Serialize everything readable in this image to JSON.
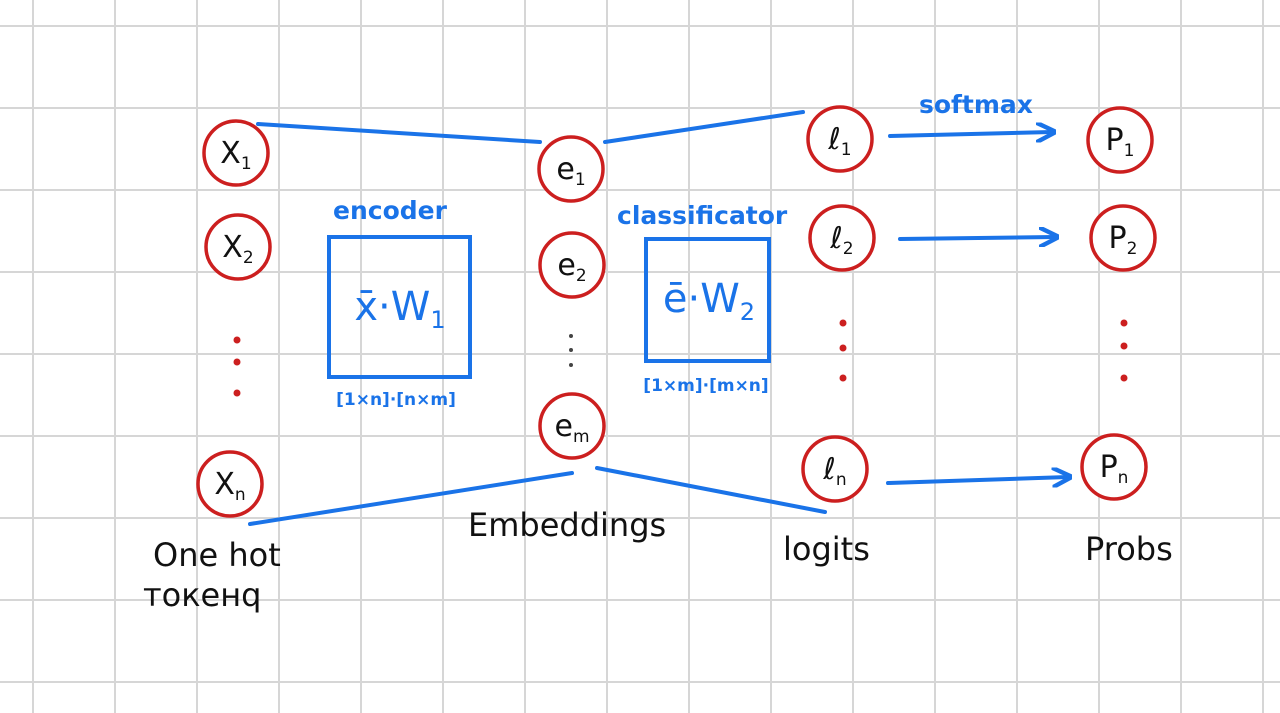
{
  "colors": {
    "node_stroke": "#cc1f1f",
    "edge": "#1a73e8",
    "text": "#111111",
    "grid": "#d6d6d6"
  },
  "inputs": {
    "x1": "X",
    "x1_sub": "1",
    "x2": "X",
    "x2_sub": "2",
    "xn": "X",
    "xn_sub": "n"
  },
  "embeddings": {
    "e1": "e",
    "e1_sub": "1",
    "e2": "e",
    "e2_sub": "2",
    "em": "e",
    "em_sub": "m"
  },
  "logits": {
    "l1": "ℓ",
    "l1_sub": "1",
    "l2": "ℓ",
    "l2_sub": "2",
    "ln": "ℓ",
    "ln_sub": "n"
  },
  "probs": {
    "p1": "P",
    "p1_sub": "1",
    "p2": "P",
    "p2_sub": "2",
    "pn": "P",
    "pn_sub": "n"
  },
  "encoder": {
    "title": "encoder",
    "formula_vec": "x̄",
    "formula_dot": "·",
    "formula_mat": "W",
    "formula_sub": "1",
    "dims": "[1×n]·[n×m]"
  },
  "classifier": {
    "title": "classificator",
    "formula_vec": "ē",
    "formula_dot": "·",
    "formula_mat": "W",
    "formula_sub": "2",
    "dims": "[1×m]·[m×n]"
  },
  "softmax_label": "softmax",
  "labels": {
    "one_hot_line1": "One hot",
    "one_hot_line2": "токенq",
    "embeddings": "Embeddings",
    "logits": "logits",
    "probs": "Probs"
  }
}
